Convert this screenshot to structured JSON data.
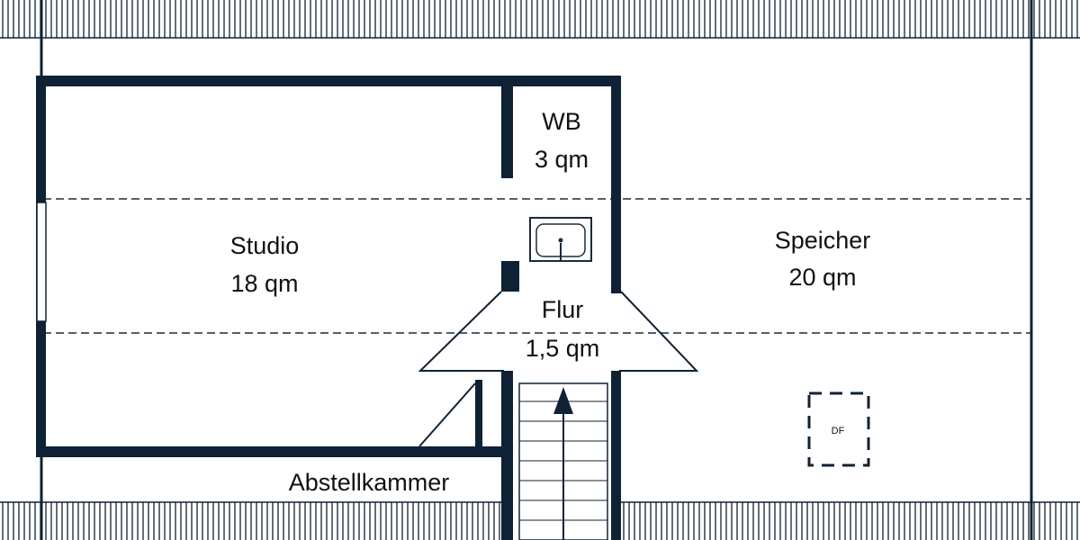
{
  "plan": {
    "colors": {
      "wall": "#0f2235",
      "dash": "#1a2a3a",
      "background": "#ffffff"
    },
    "rooms": {
      "studio": {
        "name": "Studio",
        "area": "18 qm"
      },
      "wb": {
        "name": "WB",
        "area": "3 qm"
      },
      "flur": {
        "name": "Flur",
        "area": "1,5 qm"
      },
      "speicher": {
        "name": "Speicher",
        "area": "20 qm"
      },
      "abstellkammer": {
        "name": "Abstellkammer"
      }
    },
    "skylight_label": "DF",
    "icons": [
      "sink-icon",
      "stair-arrow-icon"
    ]
  }
}
